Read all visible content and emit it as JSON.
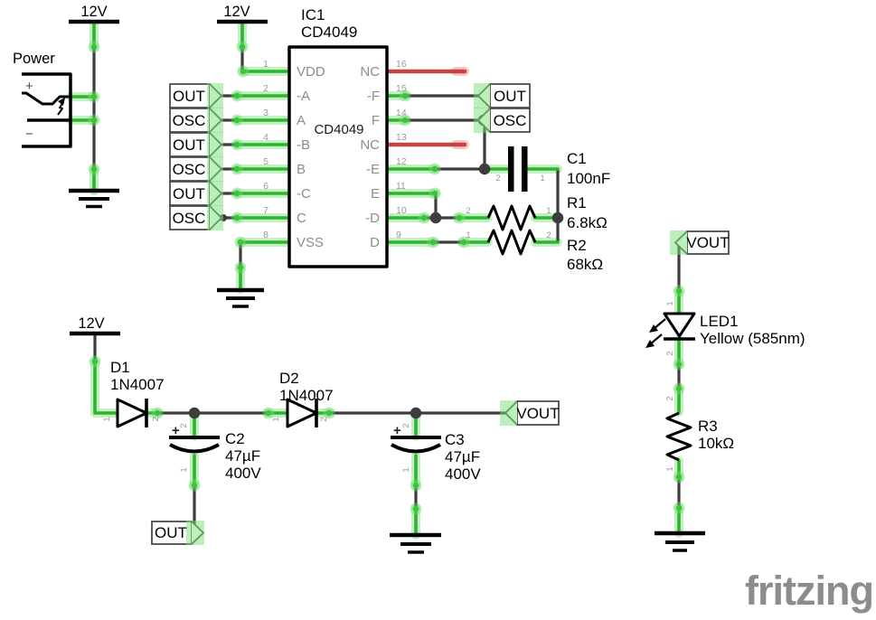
{
  "colors": {
    "wire_green": "#2eb42e",
    "wire_dark": "#3d3d3d",
    "nc_red": "#c84240",
    "net_highlight": "#9fe89f",
    "pin_text_gray": "#8c8c8c",
    "logo_gray": "#8c8c8c"
  },
  "power": {
    "rails": [
      "12V",
      "12V",
      "12V"
    ],
    "connector": {
      "label": "Power",
      "plus": "+",
      "minus": "−"
    }
  },
  "ic": {
    "ref": "IC1",
    "part": "CD4049",
    "inner_label": "CD4049",
    "left_pins": [
      {
        "num": "1",
        "name": "VDD"
      },
      {
        "num": "2",
        "name": "-A"
      },
      {
        "num": "3",
        "name": "A"
      },
      {
        "num": "4",
        "name": "-B"
      },
      {
        "num": "5",
        "name": "B"
      },
      {
        "num": "6",
        "name": "-C"
      },
      {
        "num": "7",
        "name": "C"
      },
      {
        "num": "8",
        "name": "VSS"
      }
    ],
    "right_pins": [
      {
        "num": "16",
        "name": "NC"
      },
      {
        "num": "15",
        "name": "-F"
      },
      {
        "num": "14",
        "name": "F"
      },
      {
        "num": "13",
        "name": "NC"
      },
      {
        "num": "12",
        "name": "-E"
      },
      {
        "num": "11",
        "name": "E"
      },
      {
        "num": "10",
        "name": "-D"
      },
      {
        "num": "9",
        "name": "D"
      }
    ]
  },
  "net_labels": {
    "left": [
      "OUT",
      "OSC",
      "OUT",
      "OSC",
      "OUT",
      "OSC"
    ],
    "right_out": "OUT",
    "right_osc": "OSC",
    "bottom_out": "OUT",
    "bottom_vout": "VOUT",
    "led_vout": "VOUT"
  },
  "components": {
    "c1": {
      "ref": "C1",
      "value": "100nF"
    },
    "r1": {
      "ref": "R1",
      "value": "6.8kΩ"
    },
    "r2": {
      "ref": "R2",
      "value": "68kΩ"
    },
    "d1": {
      "ref": "D1",
      "value": "1N4007"
    },
    "d2": {
      "ref": "D2",
      "value": "1N4007"
    },
    "c2": {
      "ref": "C2",
      "value": "47µF",
      "rating": "400V",
      "polarity": "+"
    },
    "c3": {
      "ref": "C3",
      "value": "47µF",
      "rating": "400V",
      "polarity": "+"
    },
    "led1": {
      "ref": "LED1",
      "value": "Yellow (585nm)"
    },
    "r3": {
      "ref": "R3",
      "value": "10kΩ"
    }
  },
  "terminals": {
    "t1": "1",
    "t2": "2"
  },
  "watermark": "fritzing"
}
